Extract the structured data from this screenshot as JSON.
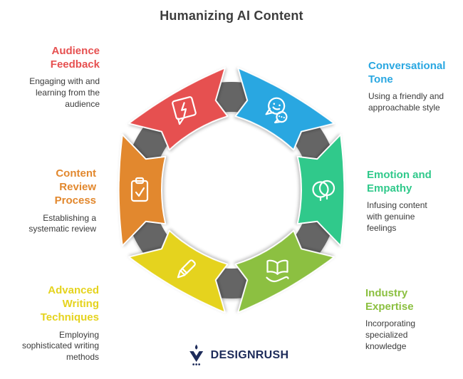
{
  "title": "Humanizing AI Content",
  "colors": {
    "ring": "#656565",
    "logo_navy": "#1d2b5a"
  },
  "cycle": {
    "segments": [
      {
        "name": "Audience Feedback",
        "description": "Engaging with and learning from the audience",
        "color": "#e65050",
        "icon": "feedback-bubble-icon"
      },
      {
        "name": "Conversational Tone",
        "description": "Using a friendly and approachable style",
        "color": "#29a7e1",
        "icon": "chat-bubbles-icon"
      },
      {
        "name": "Emotion and Empathy",
        "description": "Infusing content with genuine feelings",
        "color": "#30c98b",
        "icon": "empathy-heads-icon"
      },
      {
        "name": "Industry Expertise",
        "description": "Incorporating specialized knowledge",
        "color": "#8cc041",
        "icon": "book-hand-icon"
      },
      {
        "name": "Advanced Writing Techniques",
        "description": "Employing sophisticated writing methods",
        "color": "#e5d31e",
        "icon": "pen-icon"
      },
      {
        "name": "Content Review Process",
        "description": "Establishing a systematic review",
        "color": "#e2882e",
        "icon": "clipboard-check-icon"
      }
    ]
  },
  "footer": {
    "logo_text": "DESIGNRUSH"
  }
}
